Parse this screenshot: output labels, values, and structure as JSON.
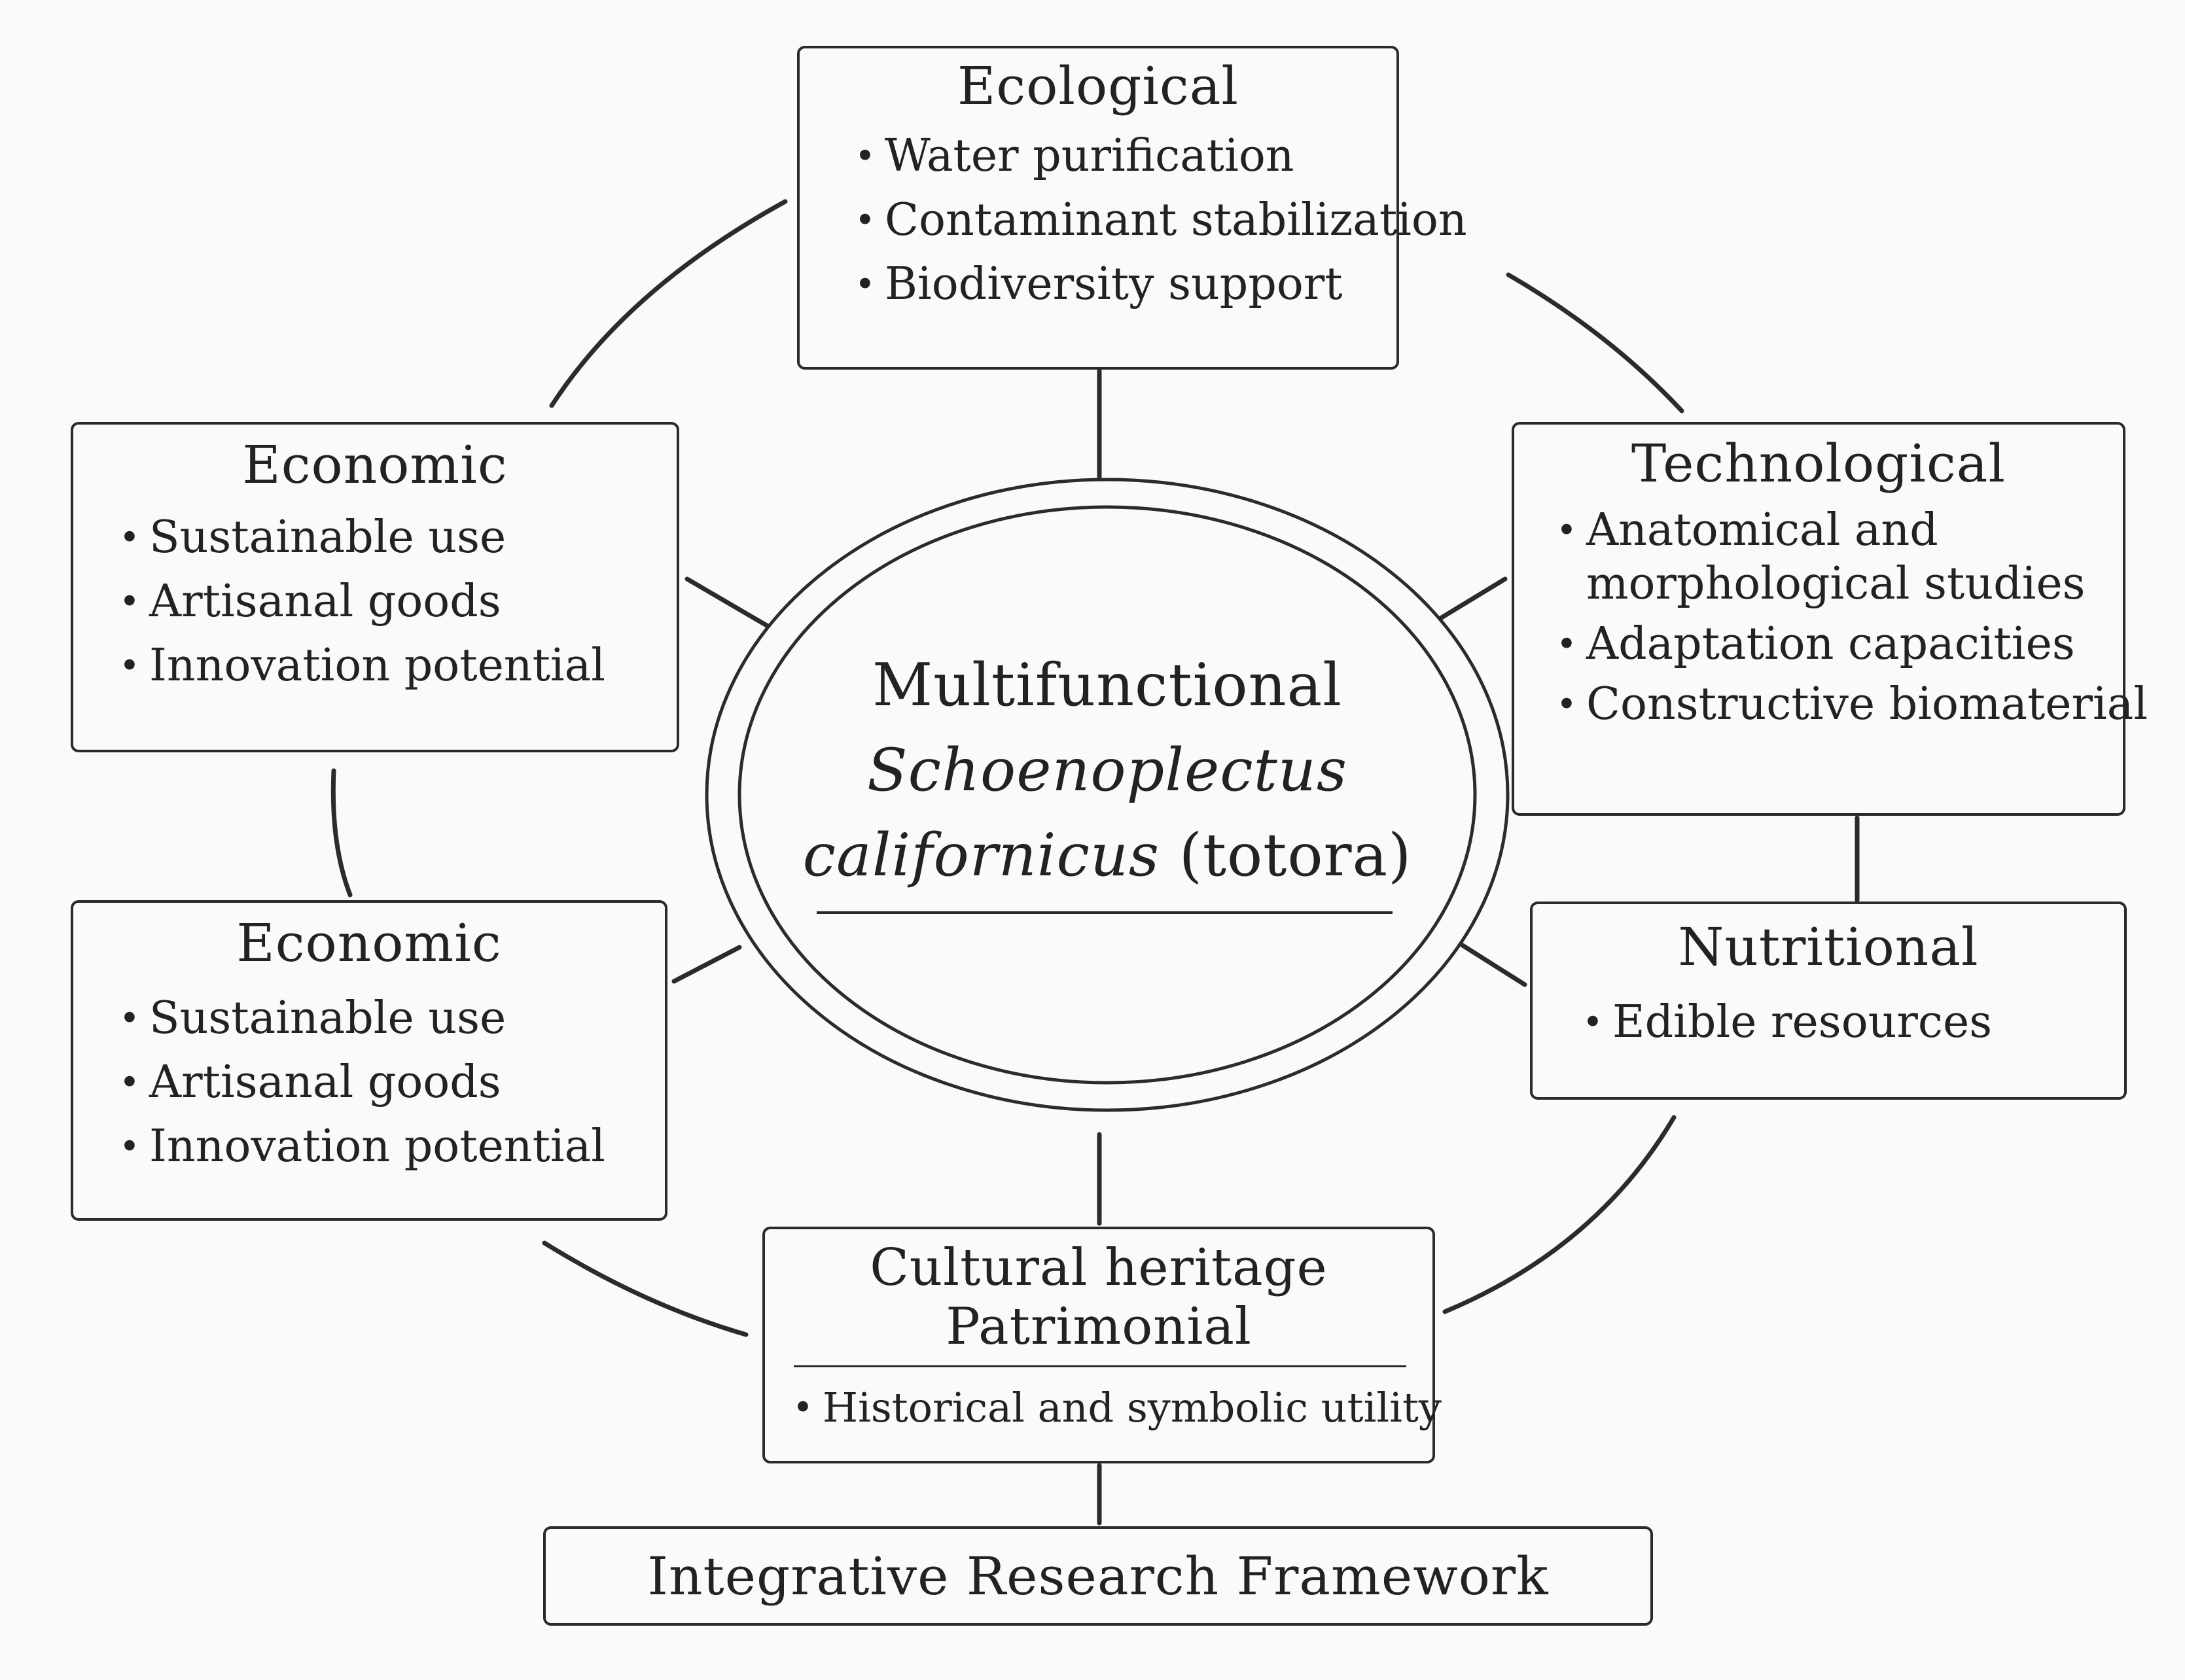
{
  "center": {
    "line1": "Multifunctional",
    "line2": "Schoenoplectus",
    "line3_italic": "californicus",
    "line3_rest": " (totora)"
  },
  "ecological": {
    "title": "Ecological",
    "items": [
      "Water purification",
      "Contaminant stabilization",
      "Biodiversity support"
    ]
  },
  "technological": {
    "title": "Technological",
    "items": [
      "Anatomical and",
      "morphological studies",
      "Adaptation capacities",
      "Constructive biomaterial"
    ]
  },
  "economic_top": {
    "title": "Economic",
    "items": [
      "Sustainable use",
      "Artisanal goods",
      "Innovation potential"
    ]
  },
  "economic_bottom": {
    "title": "Economic",
    "items": [
      "Sustainable use",
      "Artisanal goods",
      "Innovation potential"
    ]
  },
  "nutritional": {
    "title": "Nutritional",
    "items": [
      "Edible resources"
    ]
  },
  "cultural": {
    "title_line1": "Cultural heritage",
    "title_line2": "Patrimonial",
    "items": [
      "Historical and symbolic utility"
    ]
  },
  "framework": {
    "label": "Integrative Research Framework"
  },
  "colors": {
    "stroke": "#2b2b2b",
    "background": "#fbfafb",
    "text": "#222222"
  }
}
